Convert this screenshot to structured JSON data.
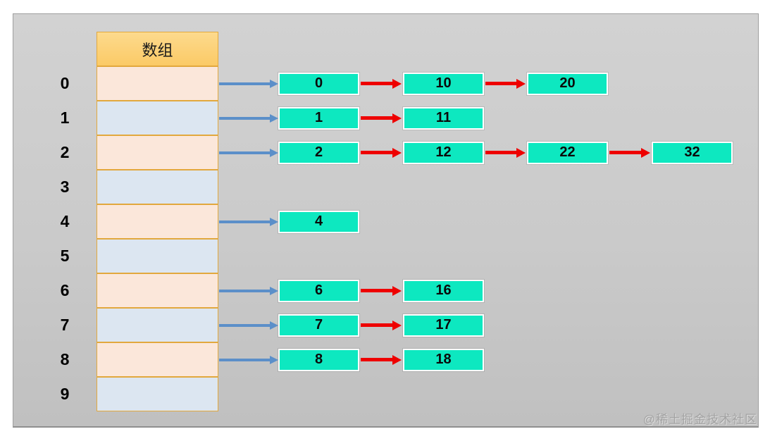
{
  "array": {
    "header_label": "数组"
  },
  "watermark": "@稀土掘金技术社区",
  "colors": {
    "panel_background_top": "#d2d2d2",
    "panel_background_bottom": "#c0c0c0",
    "header_fill": "#fbca66",
    "cell_border": "#e2a83d",
    "cell_fill_even": "#fbe7da",
    "cell_fill_odd": "#dce6f1",
    "node_fill": "#0de8c0",
    "node_border": "#ffffff",
    "bucket_arrow": "#5b8fc9",
    "next_arrow": "#ee0000",
    "index_text": "#000000"
  },
  "chart_data": {
    "type": "diagram",
    "description": "Array of linked lists (hash table with separate chaining): array cells on the left point to chains of nodes",
    "array_label": "数组",
    "buckets": [
      {
        "index": "0",
        "nodes": [
          "0",
          "10",
          "20"
        ]
      },
      {
        "index": "1",
        "nodes": [
          "1",
          "11"
        ]
      },
      {
        "index": "2",
        "nodes": [
          "2",
          "12",
          "22",
          "32"
        ]
      },
      {
        "index": "3",
        "nodes": []
      },
      {
        "index": "4",
        "nodes": [
          "4"
        ]
      },
      {
        "index": "5",
        "nodes": []
      },
      {
        "index": "6",
        "nodes": [
          "6",
          "16"
        ]
      },
      {
        "index": "7",
        "nodes": [
          "7",
          "17"
        ]
      },
      {
        "index": "8",
        "nodes": [
          "8",
          "18"
        ]
      },
      {
        "index": "9",
        "nodes": []
      }
    ]
  }
}
